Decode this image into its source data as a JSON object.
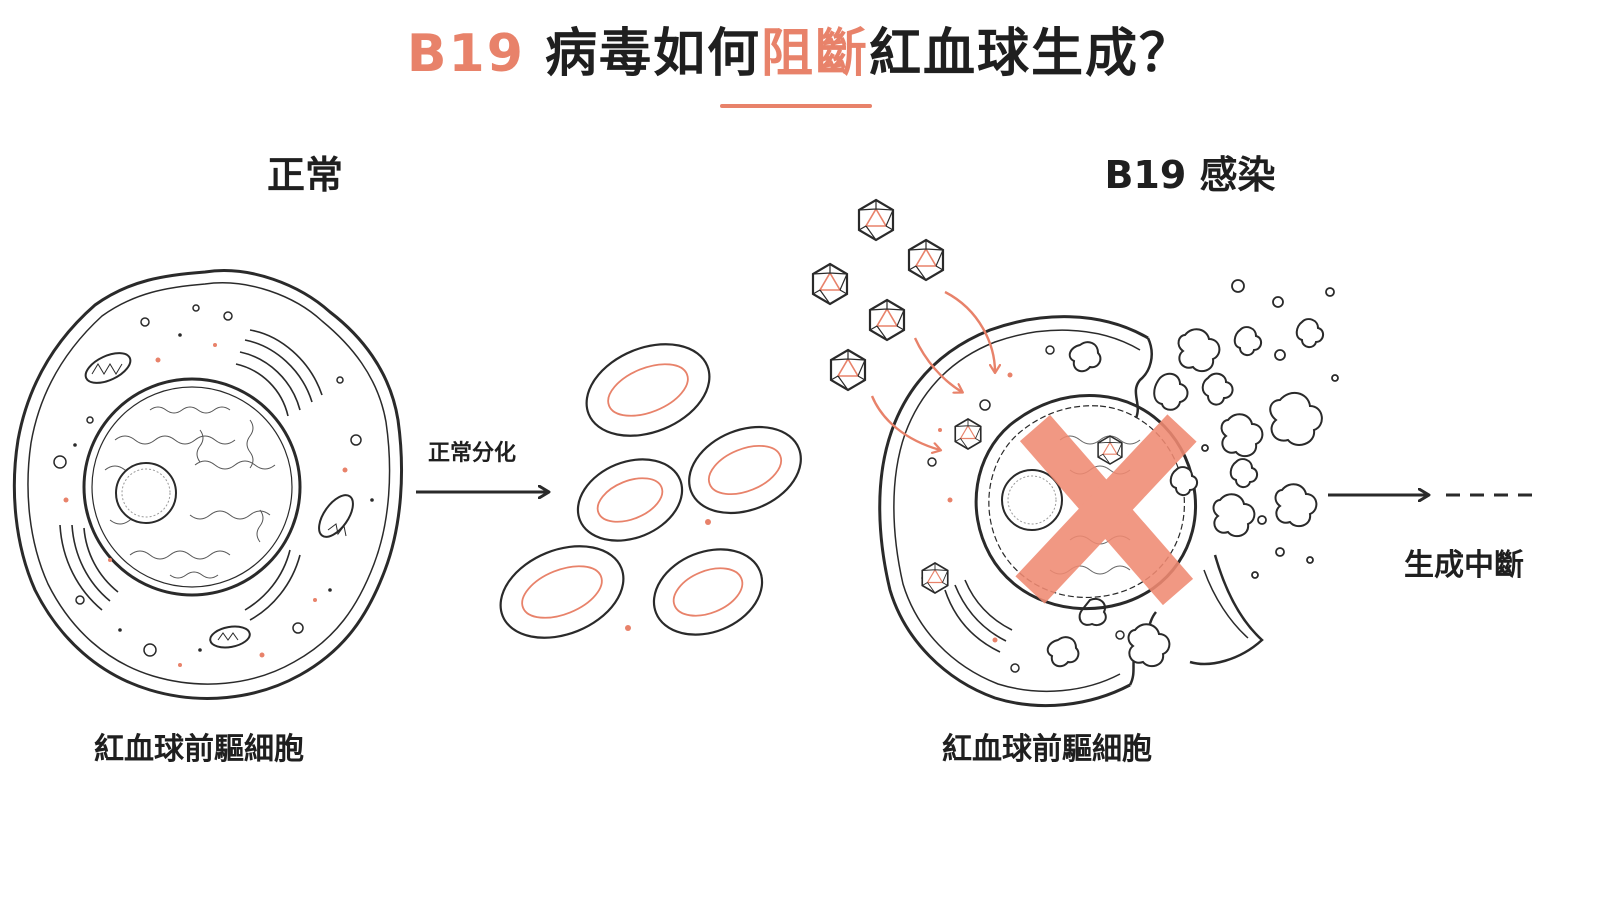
{
  "title": {
    "part1": "B19",
    "part2": " 病毒如何",
    "part3": "阻斷",
    "part4": "紅血球生成？"
  },
  "panels": {
    "normal": {
      "heading": "正常",
      "cell_label": "紅血球前驅細胞",
      "arrow_label": "正常分化"
    },
    "infected": {
      "heading": "B19 感染",
      "cell_label": "紅血球前驅細胞",
      "result_label": "生成中斷"
    }
  },
  "colors": {
    "accent": "#e8826a",
    "line": "#2a2a2a",
    "cross": "#f08a72"
  }
}
